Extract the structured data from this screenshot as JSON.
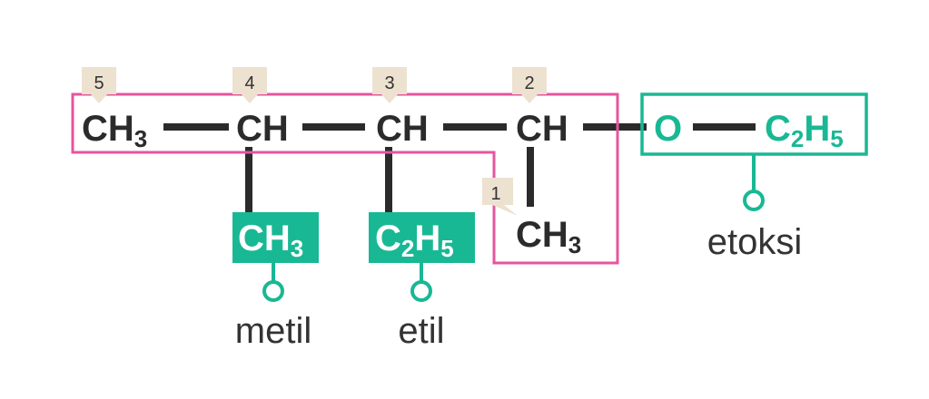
{
  "colors": {
    "bond": "#2b2b2b",
    "text": "#2b2b2b",
    "accent": "#19b894",
    "chain_box": "#e5559f",
    "badge": "#ede1d0",
    "white": "#ffffff"
  },
  "chain": {
    "c5": {
      "main": "CH",
      "sub": "3"
    },
    "c4": "CH",
    "c3": "CH",
    "c2": "CH",
    "c1": {
      "main": "CH",
      "sub": "3"
    },
    "oxygen": "O"
  },
  "numbers": [
    "5",
    "4",
    "3",
    "2",
    "1"
  ],
  "substituents": {
    "methyl": {
      "main": "CH",
      "sub": "3",
      "name": "metil"
    },
    "ethyl": {
      "c": "C",
      "c_sub": "2",
      "h": "H",
      "h_sub": "5",
      "name": "etil"
    },
    "ethoxy": {
      "c": "C",
      "c_sub": "2",
      "h": "H",
      "h_sub": "5",
      "name": "etoksi"
    }
  }
}
